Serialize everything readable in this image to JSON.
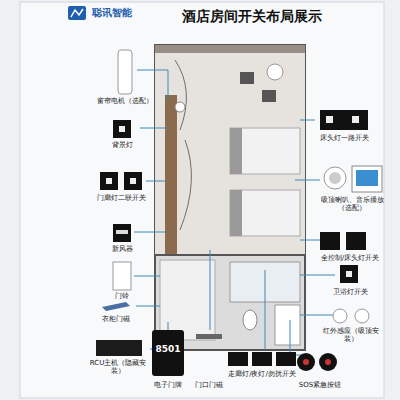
{
  "diagram": {
    "title": "酒店房间开关布局展示",
    "labels": [
      "聪讯智能",
      "窗帘电机（选配）",
      "背景灯",
      "门廊灯二联开关",
      "新风器",
      "门铃",
      "衣柜门磁",
      "RCU主机（隐藏安装）",
      "8501",
      "电子门牌",
      "门口门磁",
      "走廊灯/夜灯/勿扰开关",
      "SOS紧急按钮",
      "床头灯一路开关",
      "吸顶喇叭、音乐播放（选配）",
      "全控制/床头灯开关",
      "卫浴灯开关",
      "红外感应（吸顶安装）"
    ]
  }
}
